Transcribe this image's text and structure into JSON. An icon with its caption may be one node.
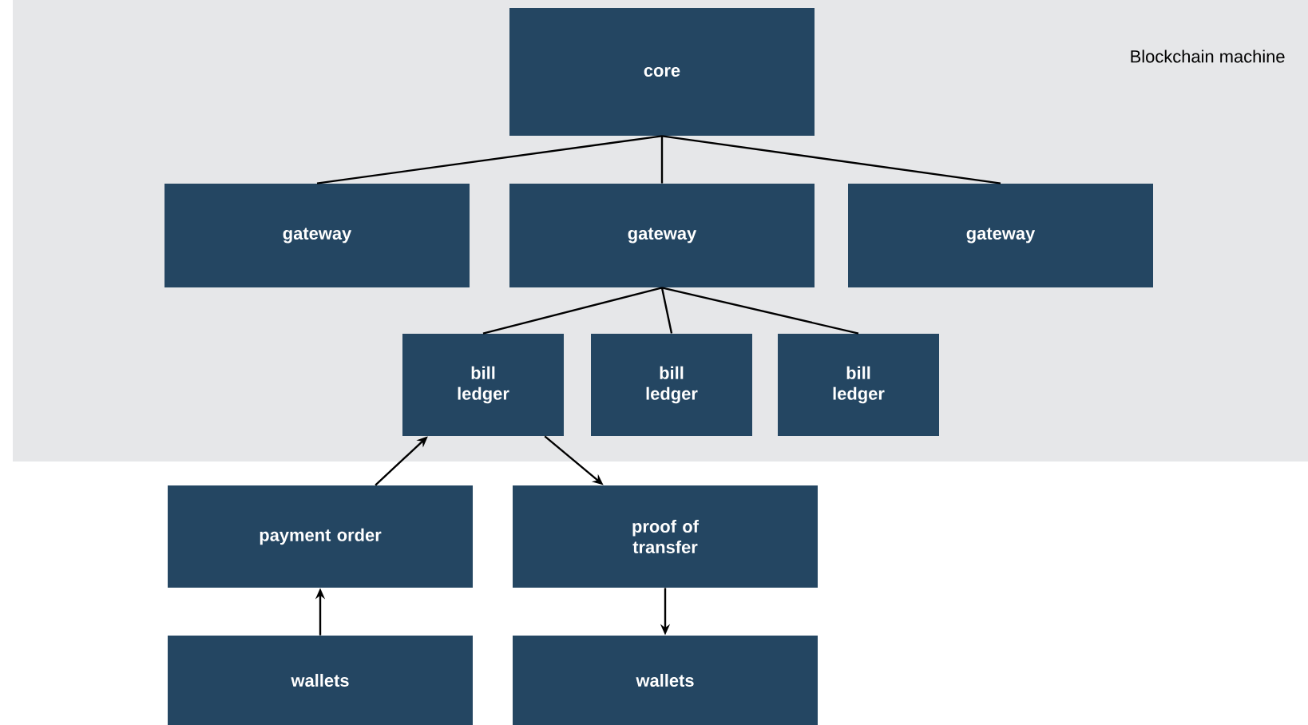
{
  "diagram": {
    "nodes": [
      {
        "text": [
          "Blockchain machine"
        ]
      },
      {
        "text": [
          "core"
        ],
        "in": 0
      },
      {
        "text": [
          "gateway"
        ],
        "in": 0
      },
      {
        "text": [
          "gateway"
        ],
        "in": 0
      },
      {
        "text": [
          "gateway"
        ],
        "in": 0
      },
      {
        "text": [
          "bill ledger"
        ],
        "in": 0
      },
      {
        "text": [
          "bill ledger"
        ],
        "in": 0
      },
      {
        "text": [
          "bill ledger"
        ],
        "in": 0
      },
      {
        "text": [
          "payment order"
        ]
      },
      {
        "text": [
          "proof of transfer"
        ]
      },
      {
        "text": [
          "wallets"
        ]
      },
      {
        "text": [
          "wallets"
        ]
      }
    ],
    "edges": [
      {
        "from": 1,
        "to": 2,
        "arrow": "none"
      },
      {
        "from": 1,
        "to": 3,
        "arrow": "none"
      },
      {
        "from": 1,
        "to": 4,
        "arrow": "none"
      },
      {
        "from": 3,
        "to": 5,
        "arrow": "none"
      },
      {
        "from": 3,
        "to": 6,
        "arrow": "none"
      },
      {
        "from": 3,
        "to": 7,
        "arrow": "none"
      },
      {
        "from": 8,
        "to": 5,
        "arrow": "to"
      },
      {
        "from": 5,
        "to": 9,
        "arrow": "to"
      },
      {
        "from": 10,
        "to": 8,
        "arrow": "to"
      },
      {
        "from": 9,
        "to": 11,
        "arrow": "to"
      }
    ]
  }
}
